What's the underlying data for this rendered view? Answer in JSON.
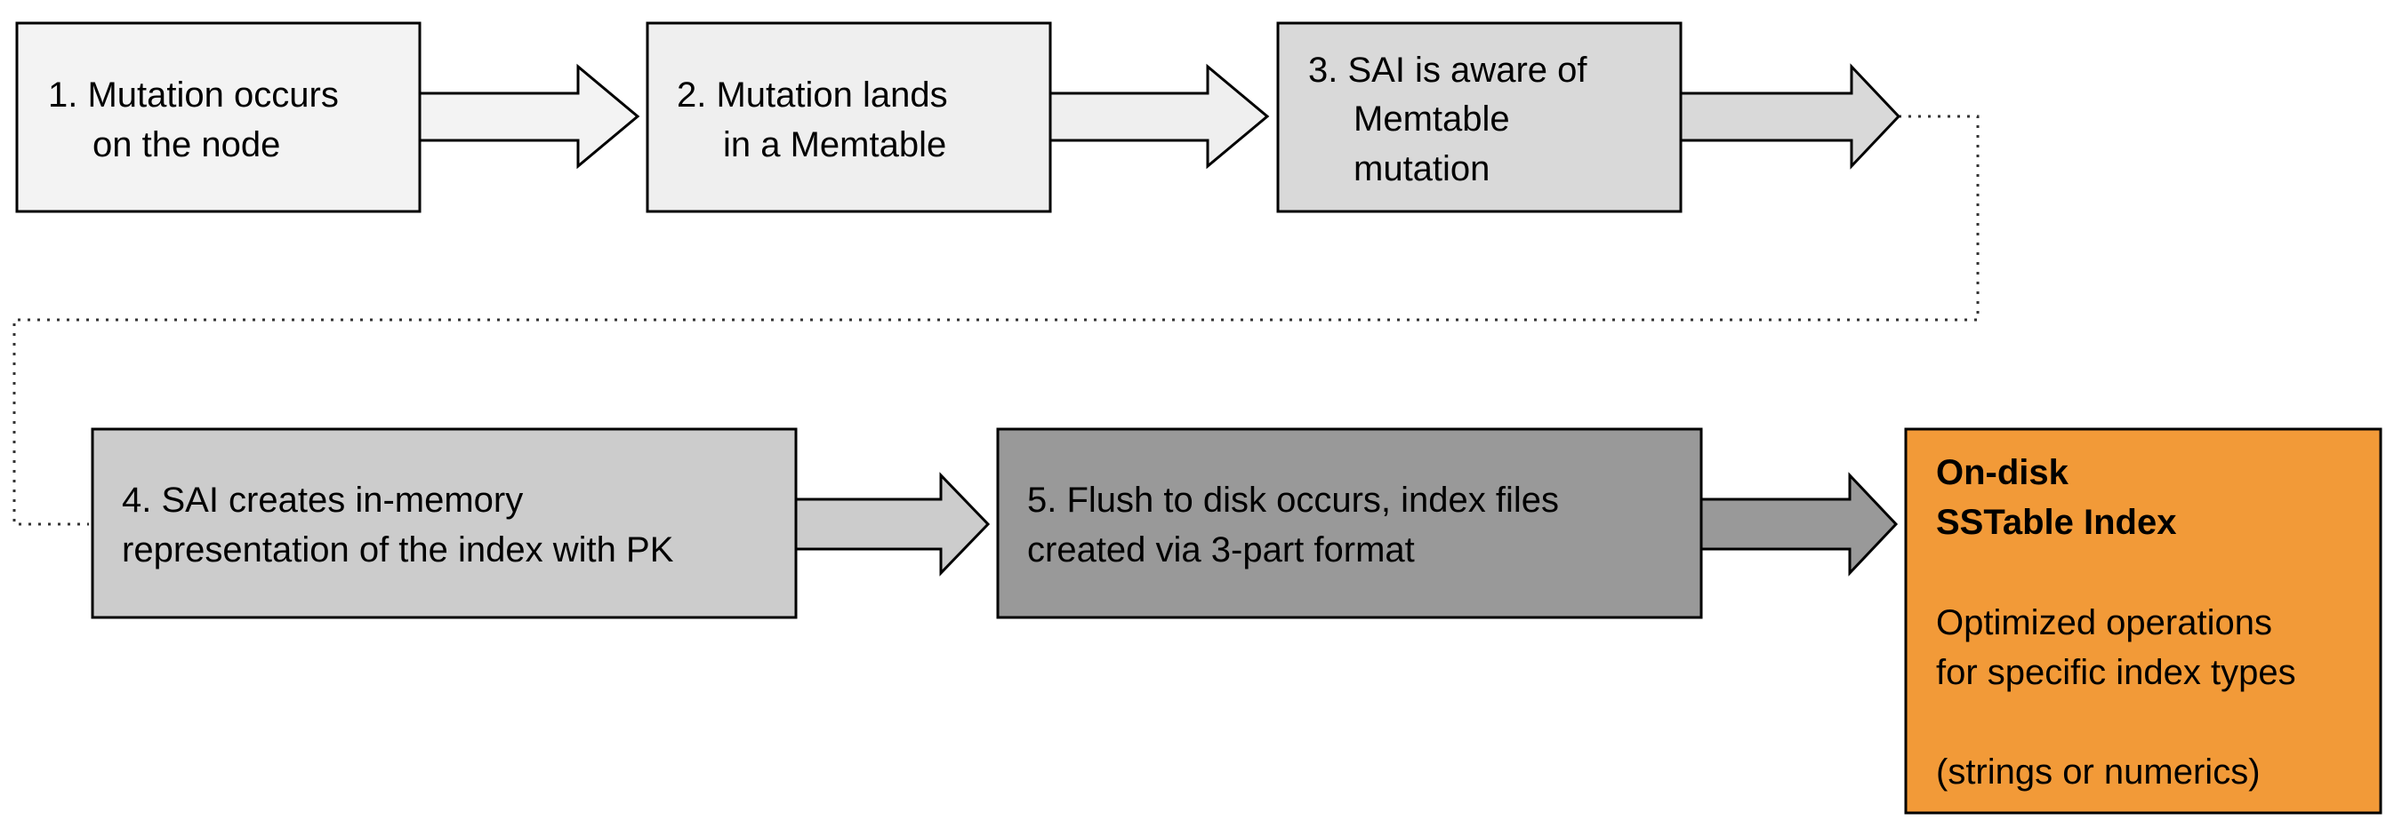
{
  "steps": [
    {
      "id": "step-1",
      "lines": [
        "1. Mutation occurs",
        "on the node"
      ],
      "fill": "#f3f3f3"
    },
    {
      "id": "step-2",
      "lines": [
        "2. Mutation lands",
        "in a Memtable"
      ],
      "fill": "#efefef"
    },
    {
      "id": "step-3",
      "lines": [
        "3. SAI is aware of",
        "Memtable",
        "mutation"
      ],
      "fill": "#d9d9d9"
    },
    {
      "id": "step-4",
      "lines": [
        "4. SAI creates in-memory",
        "representation of the index with PK"
      ],
      "fill": "#cccccc"
    },
    {
      "id": "step-5",
      "lines": [
        "5. Flush to disk occurs, index files",
        "created via 3-part format"
      ],
      "fill": "#999999"
    }
  ],
  "final_box": {
    "title_lines": [
      "On-disk",
      "SSTable Index"
    ],
    "body_lines": [
      "Optimized operations",
      "for specific index types"
    ],
    "note": "(strings or numerics)",
    "fill": "#f29a38"
  },
  "colors": {
    "stroke": "#000000",
    "connector": "#333333"
  }
}
